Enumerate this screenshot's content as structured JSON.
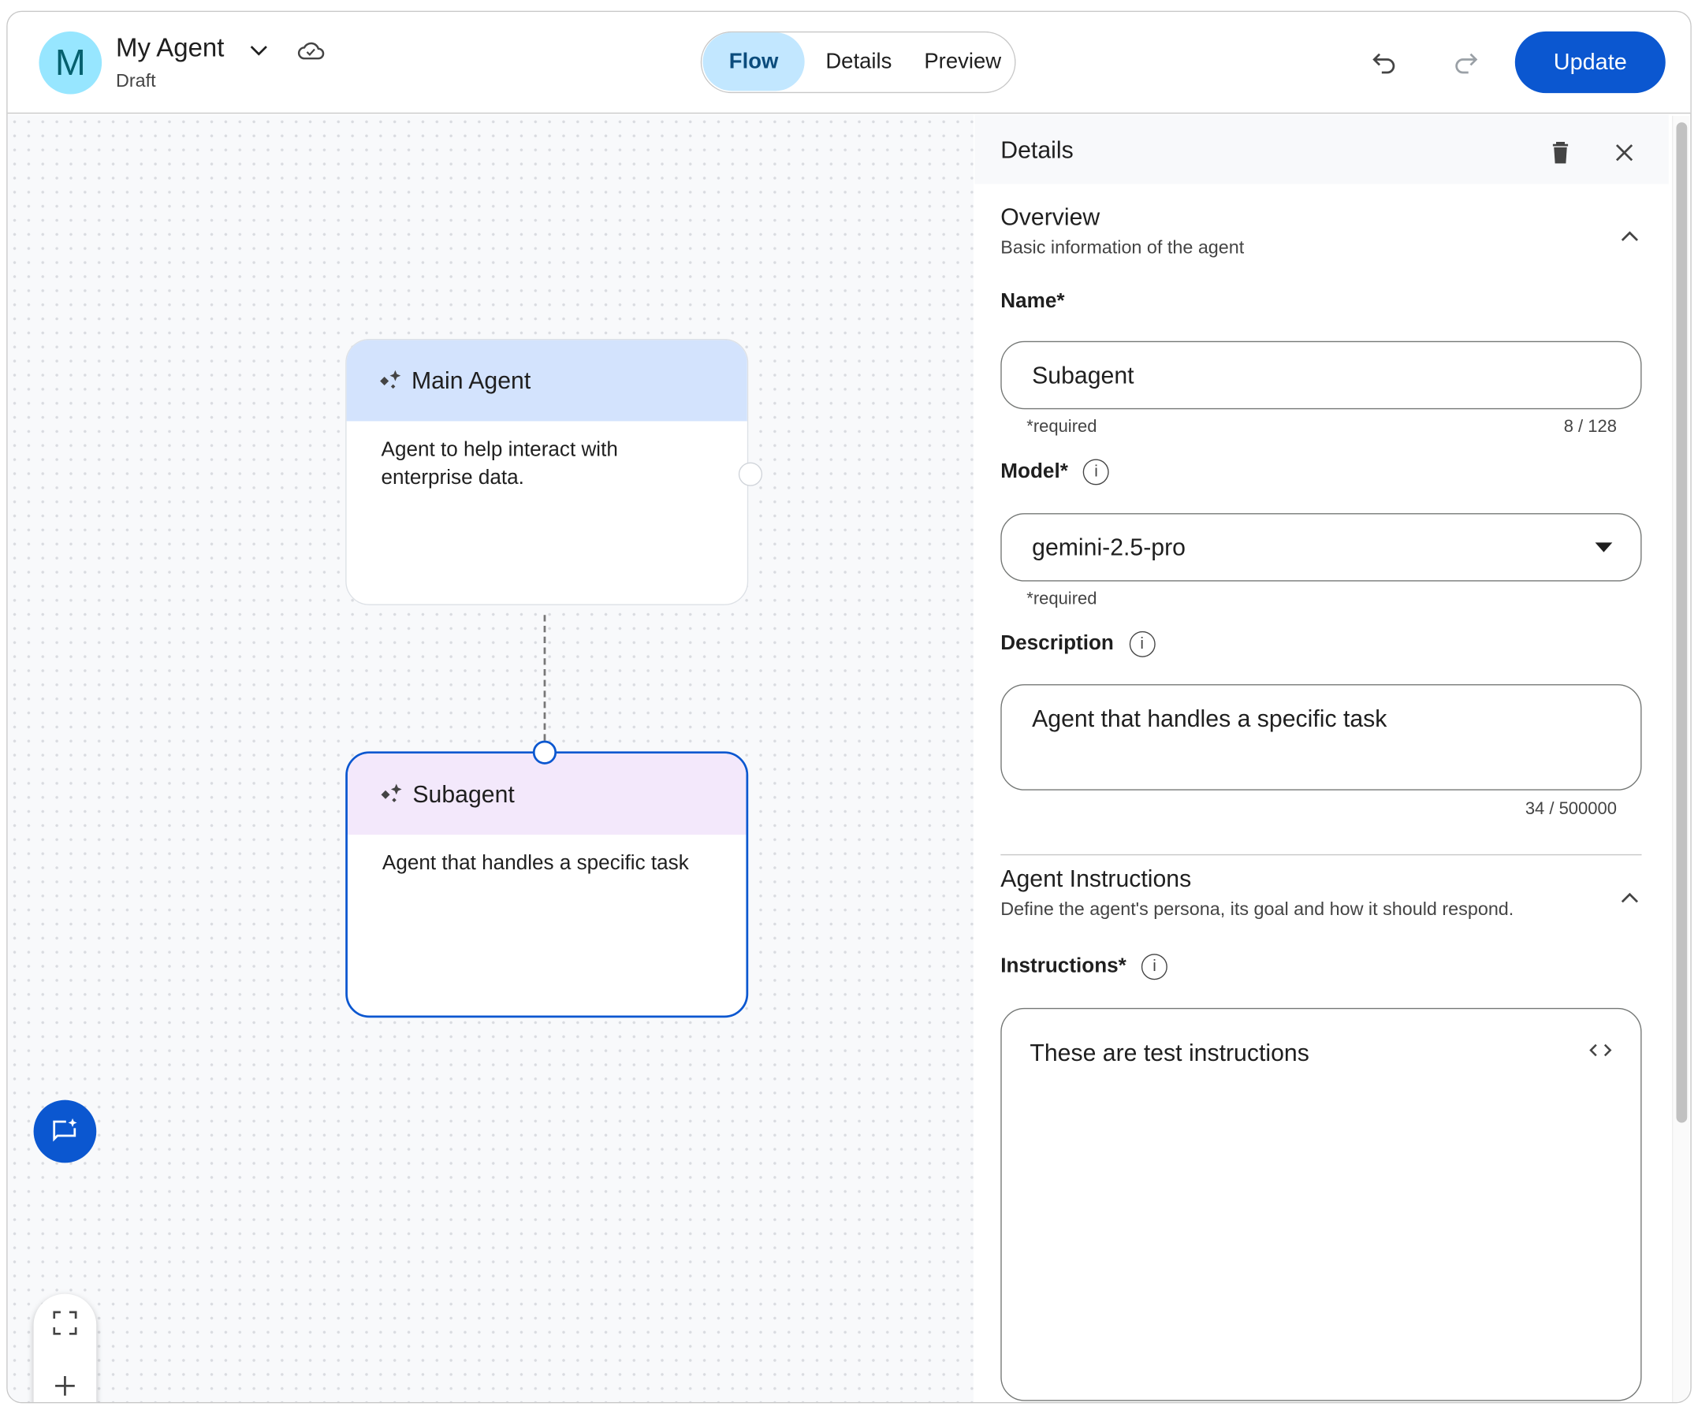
{
  "header": {
    "avatar_letter": "M",
    "title": "My Agent",
    "status": "Draft",
    "update_label": "Update",
    "tabs": [
      {
        "label": "Flow",
        "active": true
      },
      {
        "label": "Details"
      },
      {
        "label": "Preview"
      }
    ]
  },
  "canvas": {
    "nodes": [
      {
        "title": "Main Agent",
        "description": "Agent to help interact with enterprise data.",
        "header_color": "#d3e3fd"
      },
      {
        "title": "Subagent",
        "description": "Agent that handles a specific task",
        "header_color": "#f3e8fb",
        "selected": true
      }
    ]
  },
  "panel": {
    "title": "Details",
    "overview": {
      "title": "Overview",
      "subtitle": "Basic information of the agent",
      "name_label": "Name*",
      "name_value": "Subagent",
      "name_hint": "*required",
      "name_count": "8 / 128",
      "model_label": "Model*",
      "model_value": "gemini-2.5-pro",
      "model_hint": "*required",
      "description_label": "Description",
      "description_value": "Agent that handles a specific task",
      "description_count": "34 / 500000"
    },
    "instructions": {
      "title": "Agent Instructions",
      "subtitle": "Define the agent's persona, its goal and how it should respond.",
      "label": "Instructions*",
      "value": "These are test instructions"
    }
  },
  "colors": {
    "accent": "#0b57d0",
    "active_tab": "#c2e7ff",
    "avatar": "#97e6ff"
  }
}
